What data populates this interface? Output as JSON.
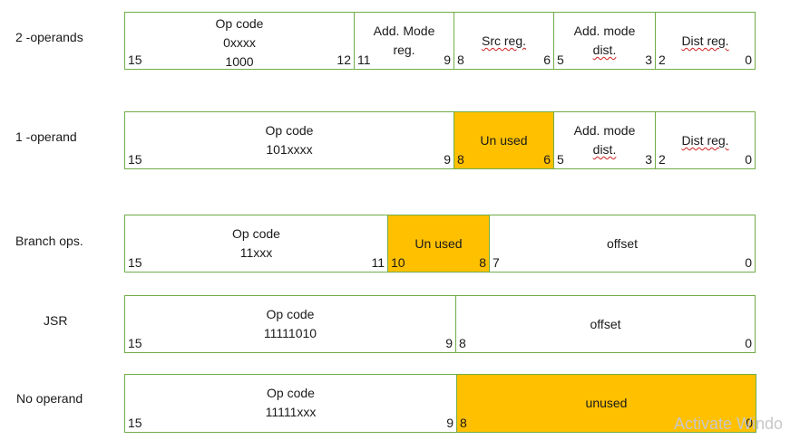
{
  "rows": [
    {
      "label": "2 -operands",
      "cells": [
        {
          "lines": [
            "Op code",
            "0xxxx",
            "1000"
          ],
          "bit_left": "15",
          "bit_right": "12"
        },
        {
          "lines": [
            "Add. Mode",
            "reg."
          ],
          "bit_left": "11",
          "bit_right": "9"
        },
        {
          "lines": [
            "Src reg."
          ],
          "bit_left": "8",
          "bit_right": "6"
        },
        {
          "lines": [
            "Add. mode",
            "dist."
          ],
          "bit_left": "5",
          "bit_right": "3"
        },
        {
          "lines": [
            "Dist reg."
          ],
          "bit_left": "2",
          "bit_right": "0"
        }
      ]
    },
    {
      "label": "1 -operand",
      "cells": [
        {
          "lines": [
            "Op code",
            "101xxxx"
          ],
          "bit_left": "15",
          "bit_right": "9"
        },
        {
          "lines": [
            "Un used"
          ],
          "bit_left": "8",
          "bit_right": "6"
        },
        {
          "lines": [
            "Add. mode",
            "dist."
          ],
          "bit_left": "5",
          "bit_right": "3"
        },
        {
          "lines": [
            "Dist reg."
          ],
          "bit_left": "2",
          "bit_right": "0"
        }
      ]
    },
    {
      "label": "Branch ops.",
      "cells": [
        {
          "lines": [
            "Op code",
            "11xxx"
          ],
          "bit_left": "15",
          "bit_right": "11"
        },
        {
          "lines": [
            "Un used"
          ],
          "bit_left": "10",
          "bit_right": "8"
        },
        {
          "lines": [
            "offset"
          ],
          "bit_left": "7",
          "bit_right": "0"
        }
      ]
    },
    {
      "label": "JSR",
      "cells": [
        {
          "lines": [
            "Op code",
            "11111010"
          ],
          "bit_left": "15",
          "bit_right": "9"
        },
        {
          "lines": [
            "offset"
          ],
          "bit_left": "8",
          "bit_right": "0"
        }
      ]
    },
    {
      "label": "No operand",
      "cells": [
        {
          "lines": [
            "Op code",
            "11111xxx"
          ],
          "bit_left": "15",
          "bit_right": "9"
        },
        {
          "lines": [
            "unused"
          ],
          "bit_left": "8",
          "bit_right": "0"
        }
      ]
    }
  ],
  "watermark": "Activate Windo",
  "colors": {
    "border": "#70ad47",
    "unused_fill": "#ffc000"
  }
}
